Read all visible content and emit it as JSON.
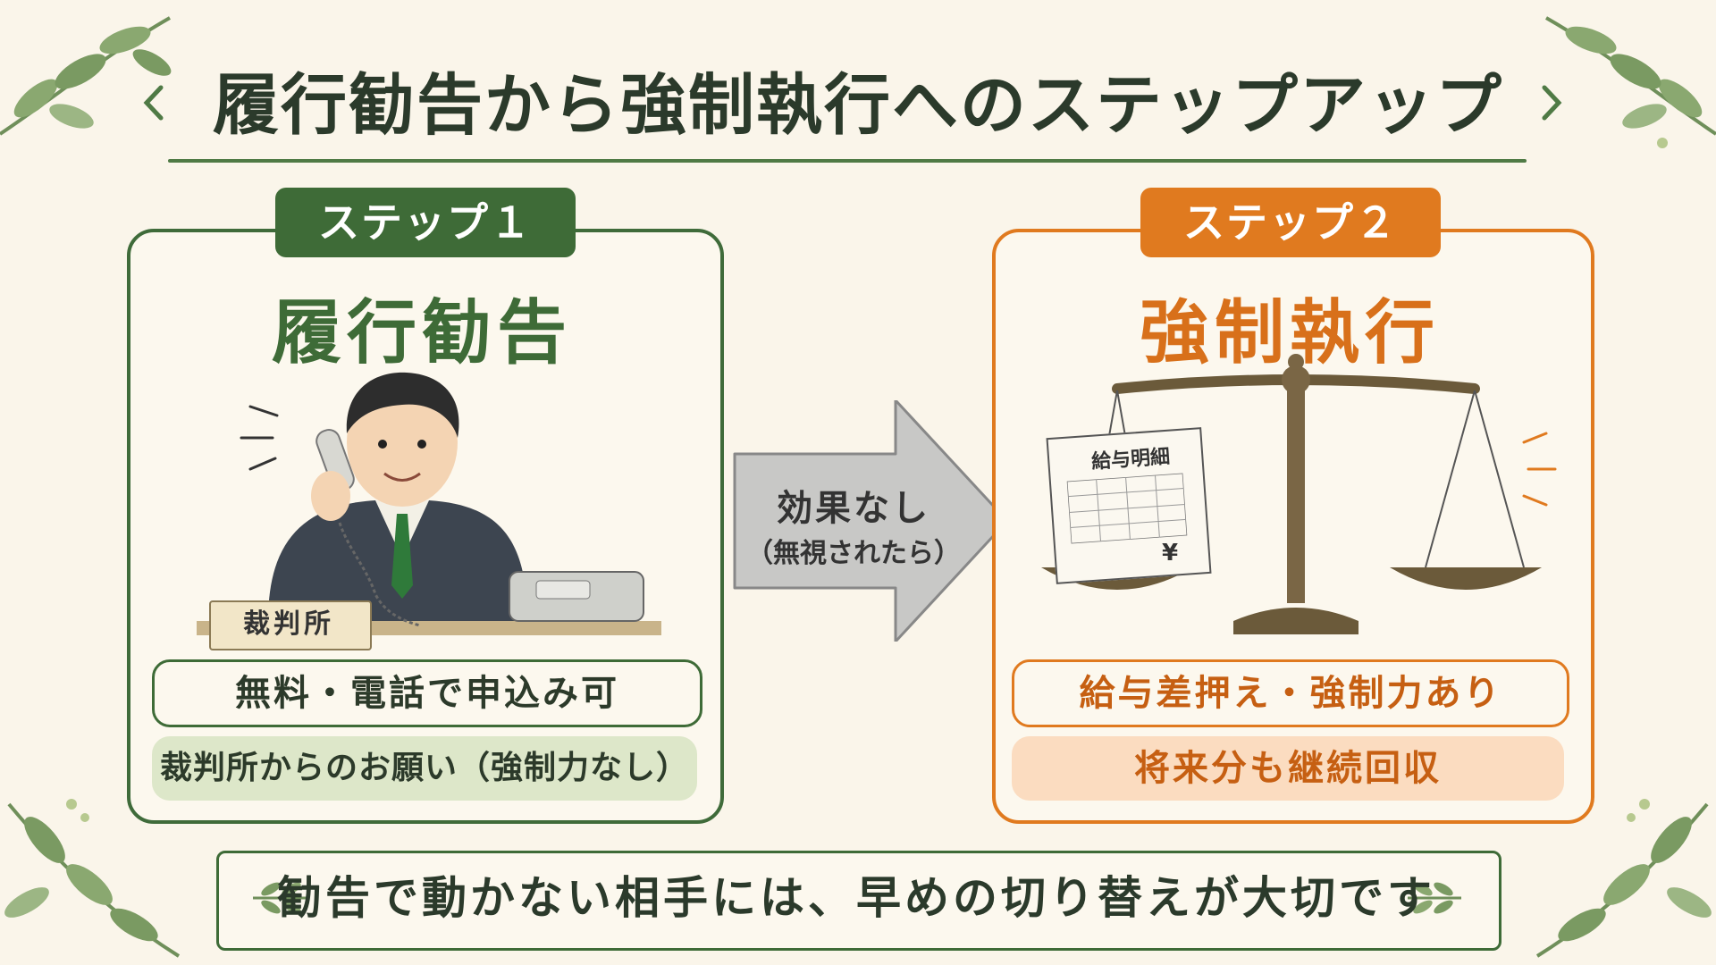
{
  "title": "履行勧告から強制執行へのステップアップ",
  "step1": {
    "badge": "ステップ１",
    "title": "履行勧告",
    "desk_sign": "裁判所",
    "feature1": "無料・電話で申込み可",
    "feature2": "裁判所からのお願い（強制力なし）"
  },
  "arrow": {
    "label": "効果なし",
    "sublabel": "（無視されたら）"
  },
  "step2": {
    "badge": "ステップ２",
    "title": "強制執行",
    "document_title": "給与明細",
    "document_symbol": "¥",
    "feature1": "給与差押え・強制力あり",
    "feature2": "将来分も継続回収"
  },
  "footer": "勧告で動かない相手には、早めの切り替えが大切です",
  "colors": {
    "green": "#3e6b37",
    "orange": "#e07a1f",
    "background": "#faf5ea"
  }
}
